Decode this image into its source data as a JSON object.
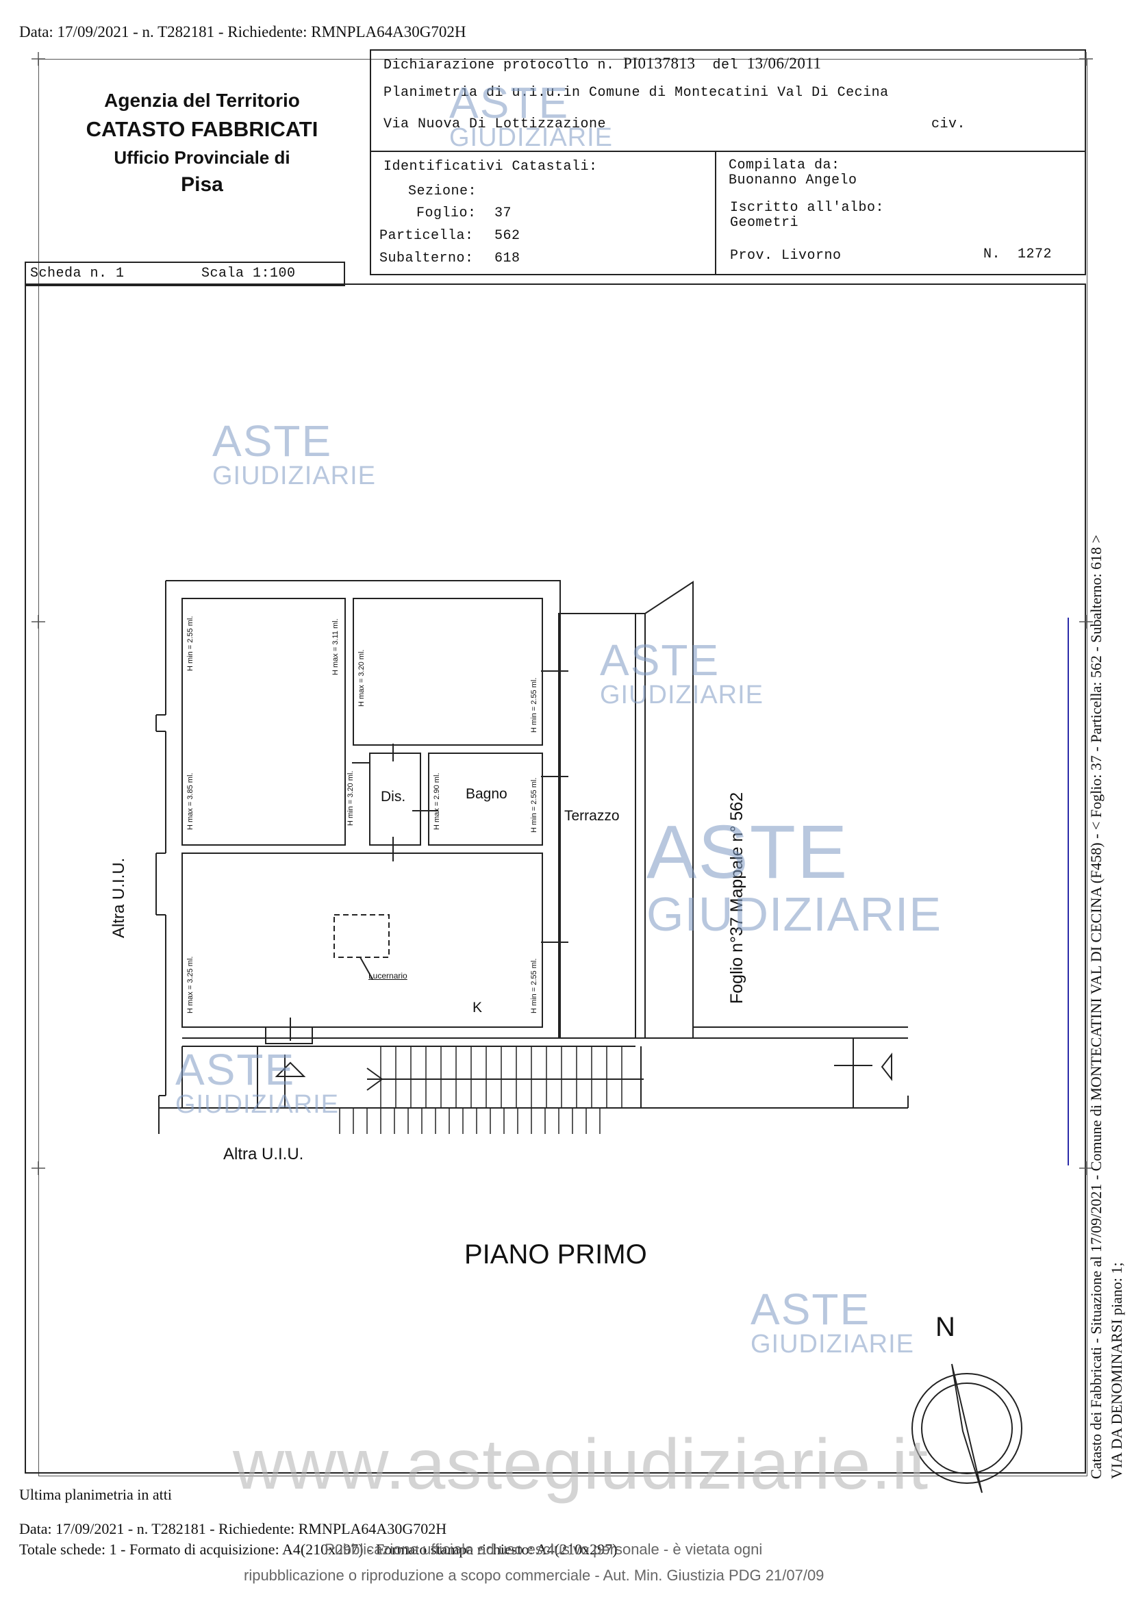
{
  "top_header": "Data: 17/09/2021 - n. T282181 - Richiedente: RMNPLA64A30G702H",
  "agency": {
    "line1": "Agenzia del Territorio",
    "line2": "CATASTO FABBRICATI",
    "line3": "Ufficio Provinciale di",
    "line4": "Pisa"
  },
  "declaration": {
    "protocol_label": "Dichiarazione protocollo n.",
    "protocol_number": "PI0137813",
    "date_label": "del",
    "date": "13/06/2011",
    "planimetry": "Planimetria di u.i.u.in Comune di Montecatini Val Di Cecina",
    "street": "Via Nuova Di Lottizzazione",
    "civ_label": "civ."
  },
  "identifiers": {
    "title": "Identificativi Catastali:",
    "sezione_label": "Sezione:",
    "sezione": "",
    "foglio_label": "Foglio:",
    "foglio": "37",
    "particella_label": "Particella:",
    "particella": "562",
    "subalterno_label": "Subalterno:",
    "subalterno": "618"
  },
  "compiler": {
    "label": "Compilata da:",
    "name": "Buonanno Angelo",
    "albo_label": "Iscritto all'albo:",
    "albo": "Geometri",
    "prov": "Prov. Livorno",
    "n_label": "N.",
    "n": "1272"
  },
  "scheda": {
    "scheda_label": "Scheda n. 1",
    "scala_label": "Scala 1:100"
  },
  "plan": {
    "rooms": {
      "dis": "Dis.",
      "bagno": "Bagno",
      "terrazzo": "Terrazzo",
      "k": "K",
      "lucernario": "Lucernario"
    },
    "heights": {
      "h1": "H min = 2.55 ml.",
      "h2": "H max = 3.11 ml.",
      "h3": "H max = 3.20 ml.",
      "h4": "H min = 2.55 ml.",
      "h5": "H max = 3.85 ml.",
      "h6": "H min = 3.20 ml.",
      "h7": "H max = 2.90 ml.",
      "h8": "H min = 2.55 ml.",
      "h9": "H max = 3.25 ml.",
      "h10": "H min = 2.55 ml."
    },
    "altra_uiu_left": "Altra U.I.U.",
    "altra_uiu_bottom": "Altra U.I.U.",
    "foglio_mappale": "Foglio n°37 Mappale n° 562",
    "floor_title": "PIANO PRIMO",
    "north": "N"
  },
  "side_text": {
    "line1": "Catasto dei Fabbricati - Situazione al 17/09/2021 - Comune di MONTECATINI VAL DI CECINA (F458) - < Foglio: 37 - Particella: 562 - Subalterno: 618 >",
    "line2": "VIA DA DENOMINARSI piano: 1;"
  },
  "watermark": {
    "aste": "ASTE",
    "giudiziarie": "GIUDIZIARIE",
    "site": "www.astegiudiziarie.it"
  },
  "footer": {
    "last": "Ultima planimetria in atti",
    "data": "Data: 17/09/2021 - n. T282181 - Richiedente: RMNPLA64A30G702H",
    "totale": "Totale schede: 1 - Formato di acquisizione: A4(210x297) - Formato stampa richiesto: A4(210x297)",
    "pub1": "Pubblicazione ufficiale ad uso esclusivo personale - è vietata ogni",
    "pub2": "ripubblicazione o riproduzione a scopo commerciale - Aut. Min. Giustizia PDG 21/07/09"
  }
}
